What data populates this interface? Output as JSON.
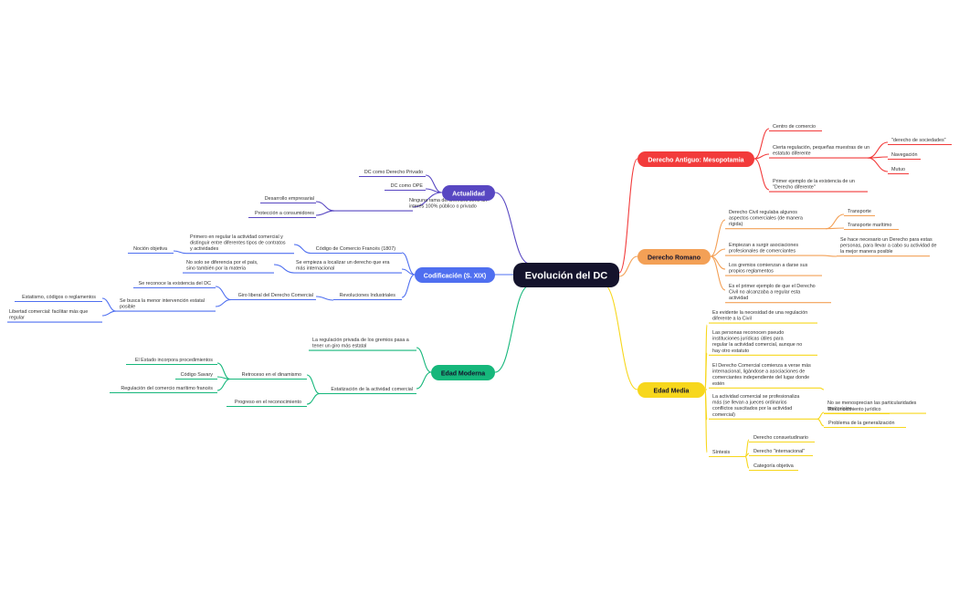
{
  "central": {
    "label": "Evolución del DC",
    "color": "#14132c"
  },
  "branches": [
    {
      "key": "mesopotamia",
      "label": "Derecho Antiguo: Mesopotamia",
      "color": "#f23b3b",
      "text_color": "#ffffff",
      "items": [
        "Centro de comercio",
        "Cierta regulación, pequeñas muestras de un estatuto diferente",
        "Primer ejemplo de la existencia de un \"Derecho diferente\"",
        "\"derecho de sociedades\"",
        "Navegación",
        "Mutuo"
      ]
    },
    {
      "key": "romano",
      "label": "Derecho Romano",
      "color": "#f3a056",
      "text_color": "#14132c",
      "items": [
        "Derecho Civil regulaba algunos aspectos comerciales (de manera rígida)",
        "Transporte",
        "Transporte marítimo",
        "Empiezan a surgir asociaciones profesionales de comerciantes",
        "Se hace necesario un Derecho para estas personas, para llevar a cabo su actividad de la mejor manera posible",
        "Los gremios comienzan a darse sus propios reglamentos",
        "Es el primer ejemplo de que el Derecho Civil no alcanzaba a regular esta actividad"
      ]
    },
    {
      "key": "media",
      "label": "Edad Media",
      "color": "#f7d71c",
      "text_color": "#14132c",
      "items": [
        "Es evidente la necesidad de una regulación diferente a la Civil",
        "Las personas reconocen pseudo instituciones jurídicas útiles para regular la actividad comercial, aunque no hay otro estatuto",
        "El Derecho Comercial comienza a verse más internacional, ligándose a asociaciones de comerciantes independiente del lugar donde estén",
        "No se menosprecian las particularidades territoriales",
        "La actividad comercial se profesionaliza más (se llevan a jueces ordinarios conflictos suscitados por la actividad comercial)",
        "Reconocimiento jurídico",
        "Problema de la generalización",
        "Síntesis",
        "Derecho consuetudinario",
        "Derecho \"internacional\"",
        "Categoría objetiva"
      ]
    },
    {
      "key": "actualidad",
      "label": "Actualidad",
      "color": "#5847c2",
      "text_color": "#ffffff",
      "items": [
        "DC como Derecho Privado",
        "DC como OPE",
        "Ninguna rama del Derecho tiene un interés 100% público o privado",
        "Desarrollo empresarial",
        "Protección a consumidores"
      ]
    },
    {
      "key": "codificacion",
      "label": "Codificación (S. XIX)",
      "color": "#4f6ff0",
      "text_color": "#ffffff",
      "items": [
        "Código de Comercio Francés (1807)",
        "Primero en regular la actividad comercial y distinguir entre diferentes tipos de contratos y actividades",
        "Noción objetiva",
        "Se empieza a localizar un derecho que era más internacional",
        "No solo se diferencia por el país, sino también por la materia",
        "Revoluciones Industriales",
        "Giro liberal del Derecho Comercial",
        "Se reconoce la existencia del DC",
        "Se busca la menor intervención estatal posible",
        "Estatismo, códigos o reglamentos",
        "Libertad comercial: facilitar más que regular"
      ]
    },
    {
      "key": "moderna",
      "label": "Edad Moderna",
      "color": "#16b77b",
      "text_color": "#14132c",
      "items": [
        "La regulación privada de los gremios pasa a tener un giro más estatal",
        "Estatización de la actividad comercial",
        "Retroceso en el dinamismo",
        "El Estado incorpora procedimientos",
        "Código Savary",
        "Regulación del comercio marítimo francés",
        "Progreso en el reconocimiento"
      ]
    }
  ]
}
